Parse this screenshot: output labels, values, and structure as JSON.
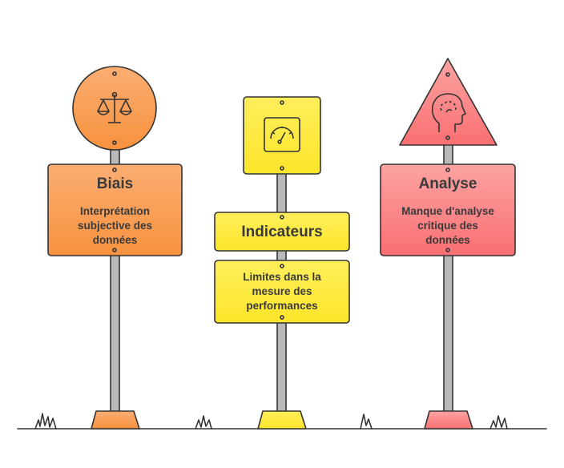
{
  "signs": [
    {
      "title": "Biais",
      "description": "Interprétation subjective des données",
      "icon": "scales-icon",
      "color": "#f7954a"
    },
    {
      "title": "Indicateurs",
      "description": "Limites dans la mesure des performances",
      "icon": "gauge-icon",
      "color": "#fde73a"
    },
    {
      "title": "Analyse",
      "description": "Manque d'analyse critique des données",
      "icon": "head-brain-icon",
      "color": "#fb7b7e"
    }
  ]
}
